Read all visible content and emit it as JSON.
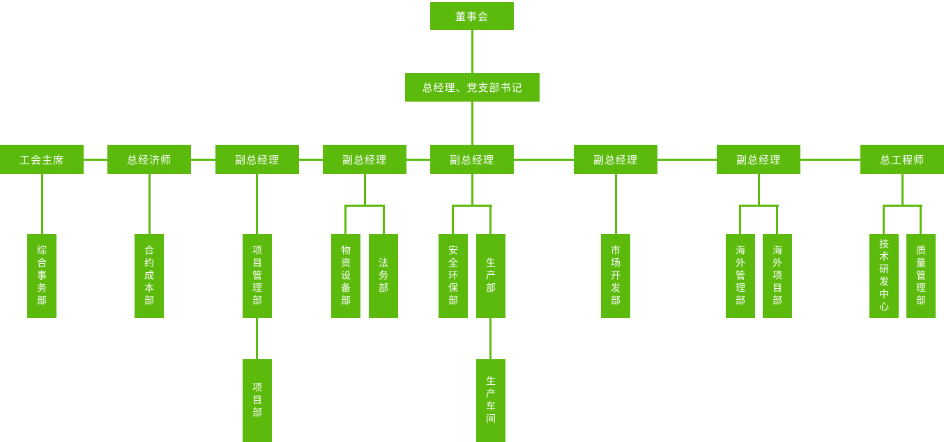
{
  "colors": {
    "canvas_bg": "#ffffff",
    "node_fill": "#5cba0d",
    "node_text": "#ffffff",
    "connector": "#5cba0d"
  },
  "org": {
    "root": {
      "label": "董事会"
    },
    "general_manager": {
      "label": "总经理、党支部书记"
    },
    "executives": [
      {
        "label": "工会主席",
        "children": [
          {
            "label": "综合事务部"
          }
        ]
      },
      {
        "label": "总经济师",
        "children": [
          {
            "label": "合约成本部"
          }
        ]
      },
      {
        "label": "副总经理",
        "children": [
          {
            "label": "项目管理部",
            "children": [
              {
                "label": "项目部"
              }
            ]
          }
        ]
      },
      {
        "label": "副总经理",
        "children": [
          {
            "label": "物资设备部"
          },
          {
            "label": "法务部"
          }
        ]
      },
      {
        "label": "副总经理",
        "children": [
          {
            "label": "安全环保部"
          },
          {
            "label": "生产部",
            "children": [
              {
                "label": "生产车间"
              }
            ]
          }
        ]
      },
      {
        "label": "副总经理",
        "children": [
          {
            "label": "市场开发部"
          }
        ]
      },
      {
        "label": "副总经理",
        "children": [
          {
            "label": "海外管理部"
          },
          {
            "label": "海外项目部"
          }
        ]
      },
      {
        "label": "总工程师",
        "children": [
          {
            "label": "技术研发中心"
          },
          {
            "label": "质量管理部"
          }
        ]
      }
    ]
  }
}
